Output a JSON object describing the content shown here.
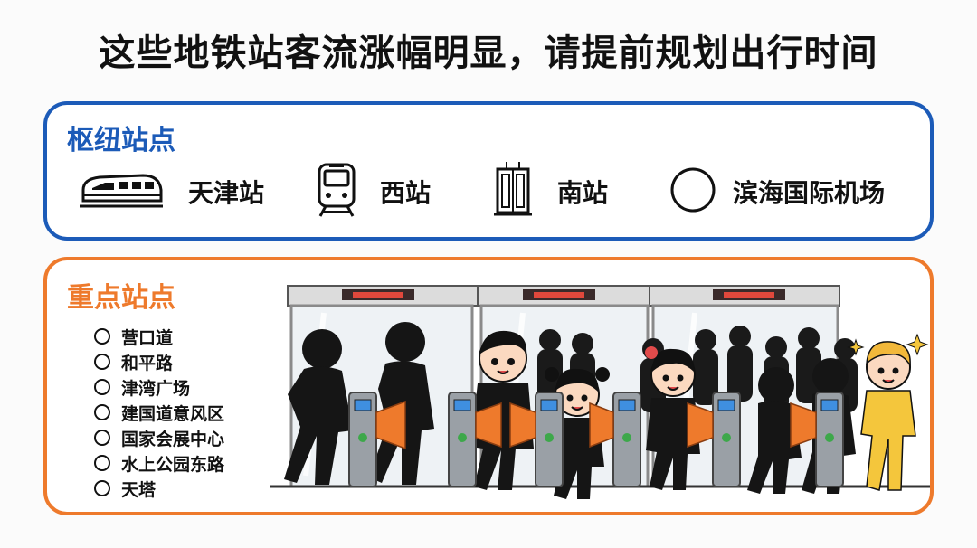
{
  "header": {
    "title": "这些地铁站客流涨幅明显，请提前规划出行时间"
  },
  "hub_panel": {
    "title": "枢纽站点",
    "stations": [
      {
        "label": "天津站",
        "icon": "high-speed-train-icon"
      },
      {
        "label": "西站",
        "icon": "metro-train-icon"
      },
      {
        "label": "南站",
        "icon": "station-door-icon"
      },
      {
        "label": "滨海国际机场",
        "icon": "circle-icon"
      }
    ]
  },
  "key_panel": {
    "title": "重点站点",
    "stations": [
      "营口道",
      "和平路",
      "津湾广场",
      "建国道意风区",
      "国家会展中心",
      "水上公园东路",
      "天塔"
    ],
    "illustration": "metro-turnstile-crowd-illustration"
  },
  "colors": {
    "hub_border": "#1c5bb8",
    "key_border": "#ee7a2c",
    "gate_flap": "#ee7a2c",
    "gate_light": "#3da84a",
    "gate_screen": "#3f8fe0"
  }
}
